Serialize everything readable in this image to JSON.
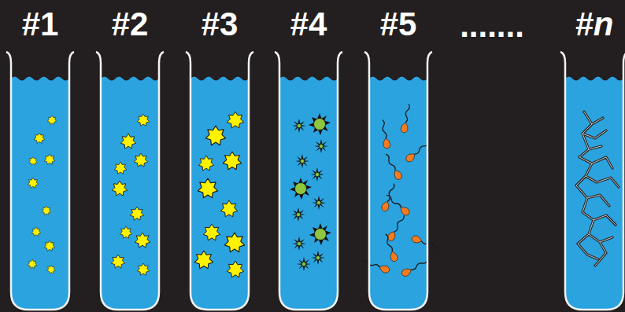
{
  "diagram": {
    "nodes": [
      {
        "text": [
          "#1"
        ]
      },
      {
        "text": [
          "#2"
        ]
      },
      {
        "text": [
          "#3"
        ]
      },
      {
        "text": [
          "#4"
        ]
      },
      {
        "text": [
          "#5"
        ]
      },
      {
        "text": [
          "#n"
        ]
      }
    ],
    "labels": [
      "......."
    ]
  }
}
